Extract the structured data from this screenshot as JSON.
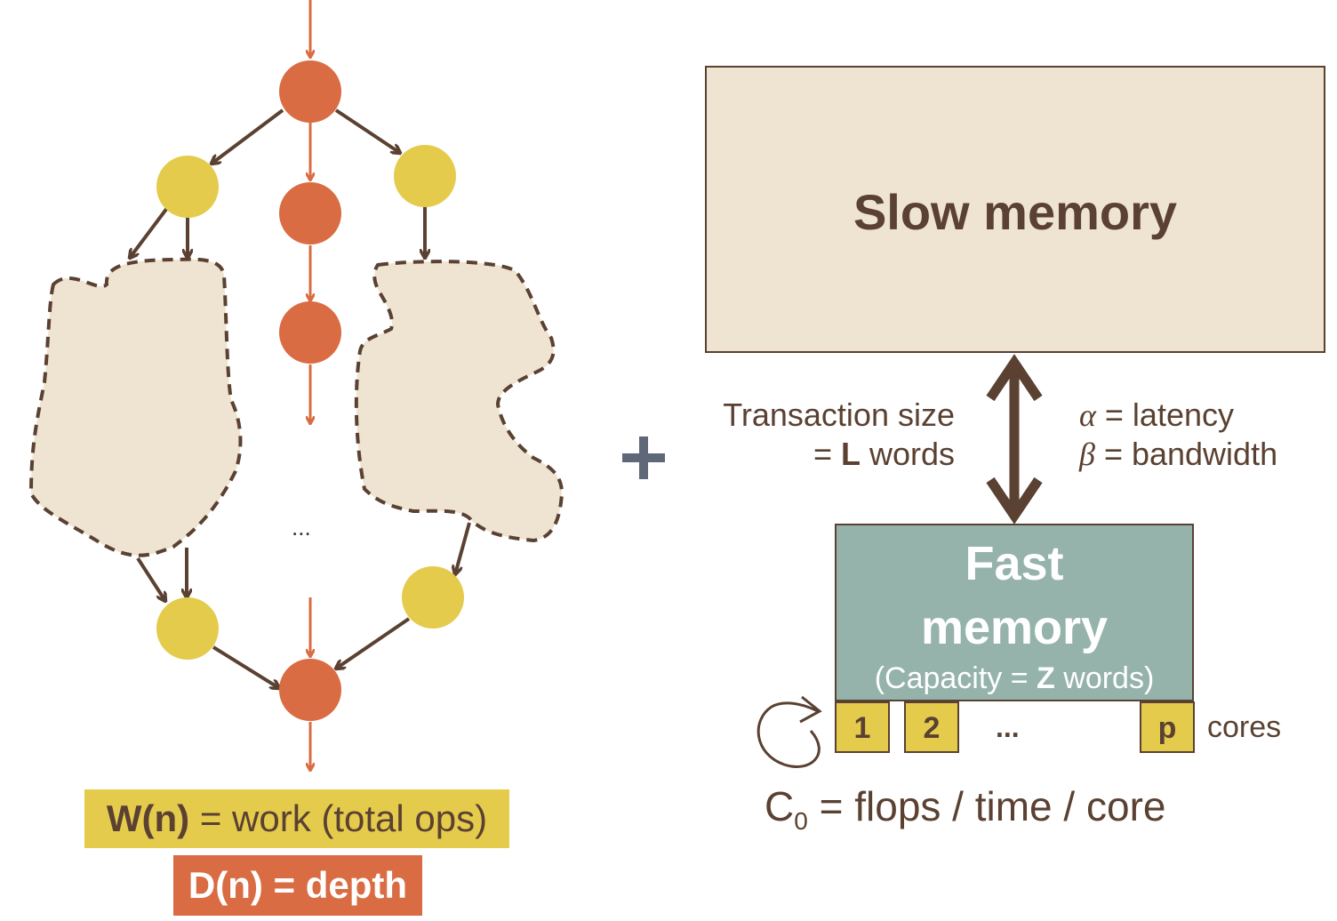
{
  "dag": {
    "ellipsis": "...",
    "work_label": {
      "bold": "W(n)",
      "rest": " = work (total ops)"
    },
    "depth_label": "D(n) = depth"
  },
  "plus": "+",
  "slow_memory": {
    "label": "Slow memory"
  },
  "transaction": {
    "line1": "Transaction size",
    "line2_prefix": "= ",
    "line2_bold": "L",
    "line2_suffix": " words"
  },
  "latency": {
    "alpha": "α",
    "alpha_rest": " = latency",
    "beta": "β",
    "beta_rest": " = bandwidth"
  },
  "fast_memory": {
    "line1": "Fast",
    "line2": "memory",
    "capacity_prefix": "(Capacity = ",
    "capacity_bold": "Z",
    "capacity_suffix": " words)"
  },
  "cores": {
    "items": [
      "1",
      "2",
      "p"
    ],
    "ellipsis": "...",
    "label": "cores"
  },
  "rate": {
    "c": "C",
    "sub": "0",
    "rest": " = flops / time / core"
  },
  "colors": {
    "orange": "#d96c43",
    "yellow": "#e5cb4c",
    "brown": "#5a4132",
    "beige": "#efe3d1",
    "teal": "#95b3ab",
    "plus": "#5e6878"
  }
}
